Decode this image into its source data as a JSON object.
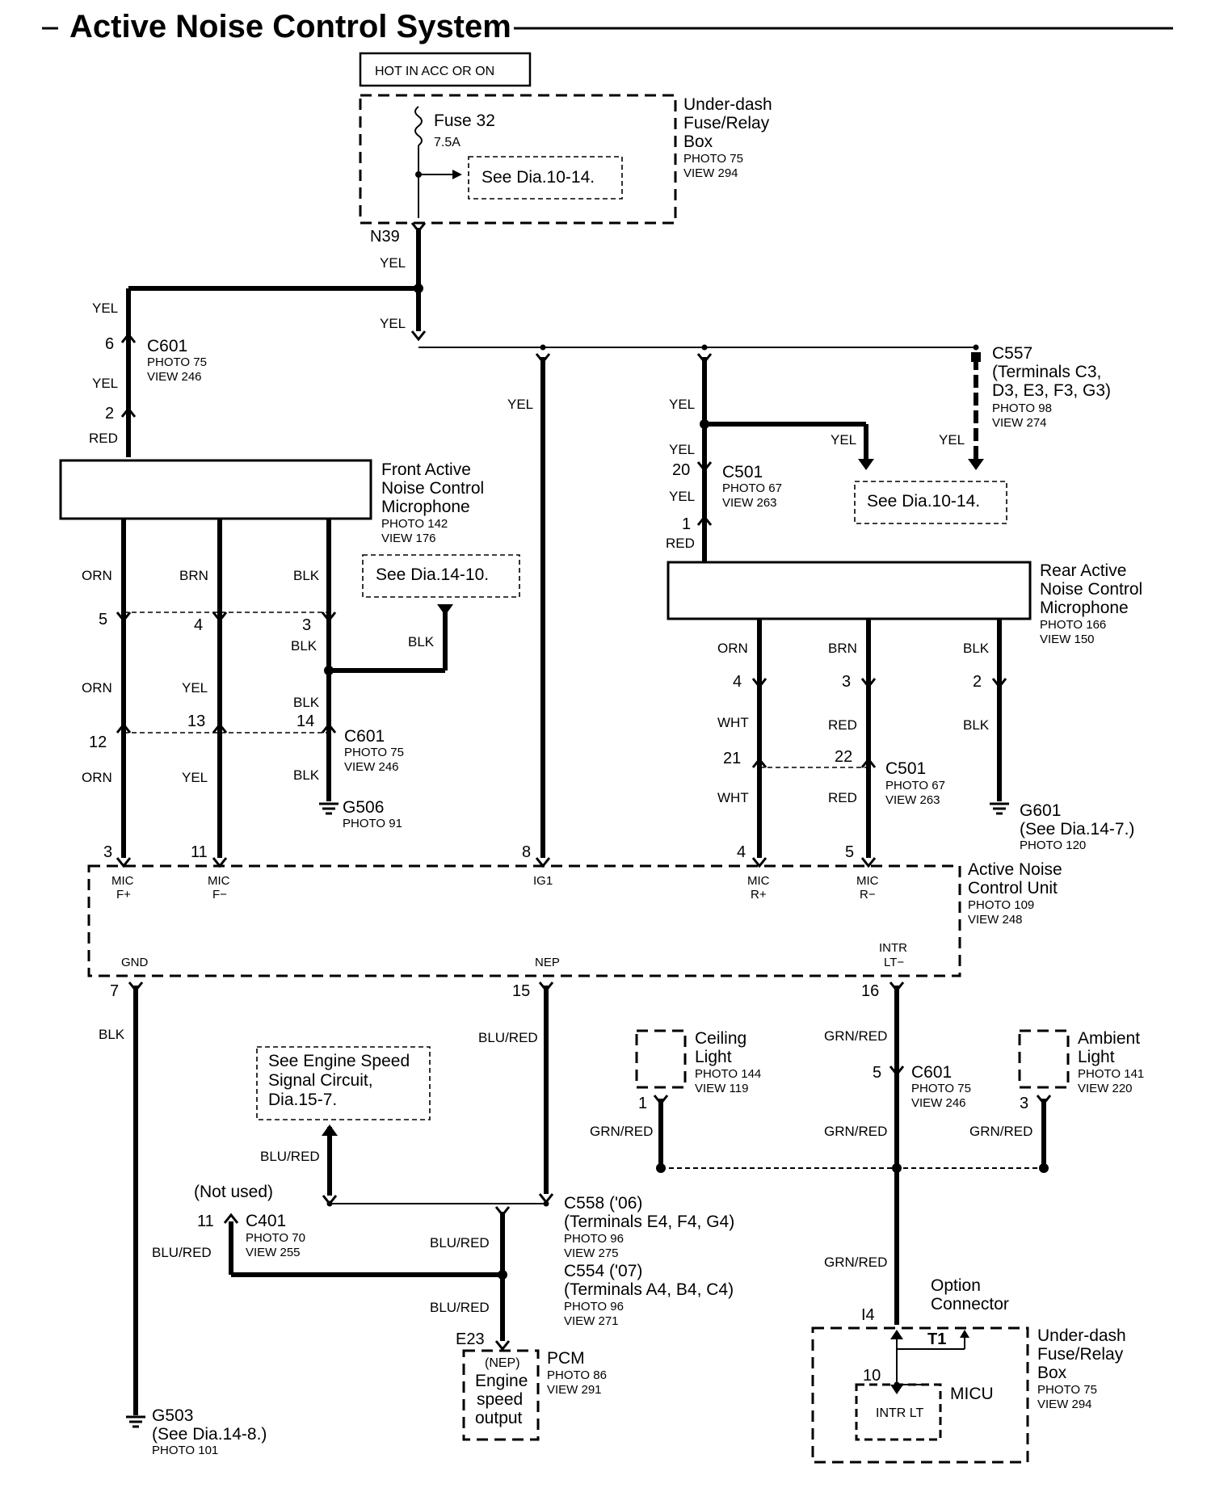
{
  "title": "Active Noise Control System",
  "power": {
    "label": "HOT IN ACC OR ON"
  },
  "fuse_box_top": {
    "fuse_name": "Fuse 32",
    "fuse_rating": "7.5A",
    "see_ref": "See Dia.10-14.",
    "name_lines": [
      "Under-dash",
      "Fuse/Relay",
      "Box"
    ],
    "photo": "PHOTO 75",
    "view": "VIEW 294",
    "terminal": "N39"
  },
  "wire_colors": {
    "yel": "YEL",
    "red": "RED",
    "orn": "ORN",
    "brn": "BRN",
    "blk": "BLK",
    "wht": "WHT",
    "blu_red": "BLU/RED",
    "grn_red": "GRN/RED"
  },
  "c601_a": {
    "name": "C601",
    "photo": "PHOTO 75",
    "view": "VIEW 246",
    "pin_top": "6",
    "pin_bottom": "2"
  },
  "front_mic": {
    "name_lines": [
      "Front Active",
      "Noise Control",
      "Microphone"
    ],
    "photo": "PHOTO 142",
    "view": "VIEW 176",
    "see_ref": "See Dia.14-10.",
    "pins_upper": [
      "5",
      "4",
      "3"
    ],
    "pins_lower": [
      "12",
      "13",
      "14"
    ]
  },
  "c601_b": {
    "name": "C601",
    "photo": "PHOTO 75",
    "view": "VIEW 246"
  },
  "g506": {
    "name": "G506",
    "photo": "PHOTO 91"
  },
  "c557": {
    "name": "C557",
    "lines": [
      "(Terminals C3,",
      "D3, E3, F3, G3)"
    ],
    "photo": "PHOTO 98",
    "view": "VIEW 274"
  },
  "see_right": "See Dia.10-14.",
  "c501_a": {
    "name": "C501",
    "photo": "PHOTO 67",
    "view": "VIEW 263",
    "pin_top": "20",
    "pin_bottom": "1"
  },
  "rear_mic": {
    "name_lines": [
      "Rear Active",
      "Noise Control",
      "Microphone"
    ],
    "photo": "PHOTO 166",
    "view": "VIEW 150",
    "pins_upper": [
      "4",
      "3",
      "2"
    ],
    "pins_lower": [
      "21",
      "22"
    ]
  },
  "c501_b": {
    "name": "C501",
    "photo": "PHOTO 67",
    "view": "VIEW 263"
  },
  "g601": {
    "name": "G601",
    "ref": "(See Dia.14-7.)",
    "photo": "PHOTO 120"
  },
  "anc_unit": {
    "name_lines": [
      "Active Noise",
      "Control Unit"
    ],
    "photo": "PHOTO 109",
    "view": "VIEW 248",
    "top_pins": [
      {
        "num": "3",
        "l1": "MIC",
        "l2": "F+"
      },
      {
        "num": "11",
        "l1": "MIC",
        "l2": "F−"
      },
      {
        "num": "8",
        "l1": "IG1",
        "l2": ""
      },
      {
        "num": "4",
        "l1": "MIC",
        "l2": "R+"
      },
      {
        "num": "5",
        "l1": "MIC",
        "l2": "R−"
      }
    ],
    "bottom_pins": [
      {
        "num": "7",
        "l1": "GND",
        "l2": ""
      },
      {
        "num": "15",
        "l1": "NEP",
        "l2": ""
      },
      {
        "num": "16",
        "l1": "INTR",
        "l2": "LT−"
      }
    ]
  },
  "g503": {
    "name": "G503",
    "ref": "(See Dia.14-8.)",
    "photo": "PHOTO 101"
  },
  "engine_ref": {
    "lines": [
      "See Engine Speed",
      "Signal Circuit,",
      "Dia.15-7."
    ]
  },
  "c401": {
    "note": "(Not used)",
    "pin": "11",
    "name": "C401",
    "photo": "PHOTO 70",
    "view": "VIEW 255"
  },
  "c558": {
    "name": "C558 ('06)",
    "terminals": "(Terminals E4, F4, G4)",
    "photo": "PHOTO 96",
    "view": "VIEW 275"
  },
  "c554": {
    "name": "C554 ('07)",
    "terminals": "(Terminals A4, B4, C4)",
    "photo": "PHOTO 96",
    "view": "VIEW 271"
  },
  "pcm": {
    "terminal": "E23",
    "name": "PCM",
    "photo": "PHOTO 86",
    "view": "VIEW 291",
    "lines": [
      "(NEP)",
      "Engine",
      "speed",
      "output"
    ]
  },
  "ceiling_light": {
    "lines": [
      "Ceiling",
      "Light"
    ],
    "photo": "PHOTO 144",
    "view": "VIEW 119",
    "pin": "1"
  },
  "c601_c": {
    "pin": "5",
    "name": "C601",
    "photo": "PHOTO 75",
    "view": "VIEW 246"
  },
  "ambient_light": {
    "lines": [
      "Ambient",
      "Light"
    ],
    "photo": "PHOTO 141",
    "view": "VIEW 220",
    "pin": "3"
  },
  "option_connector": {
    "lines": [
      "Option",
      "Connector"
    ],
    "i4": "I4",
    "t1": "T1"
  },
  "fuse_box_bottom": {
    "name_lines": [
      "Under-dash",
      "Fuse/Relay",
      "Box"
    ],
    "photo": "PHOTO 75",
    "view": "VIEW 294",
    "micu": "MICU",
    "pin": "10",
    "intr": "INTR LT"
  }
}
